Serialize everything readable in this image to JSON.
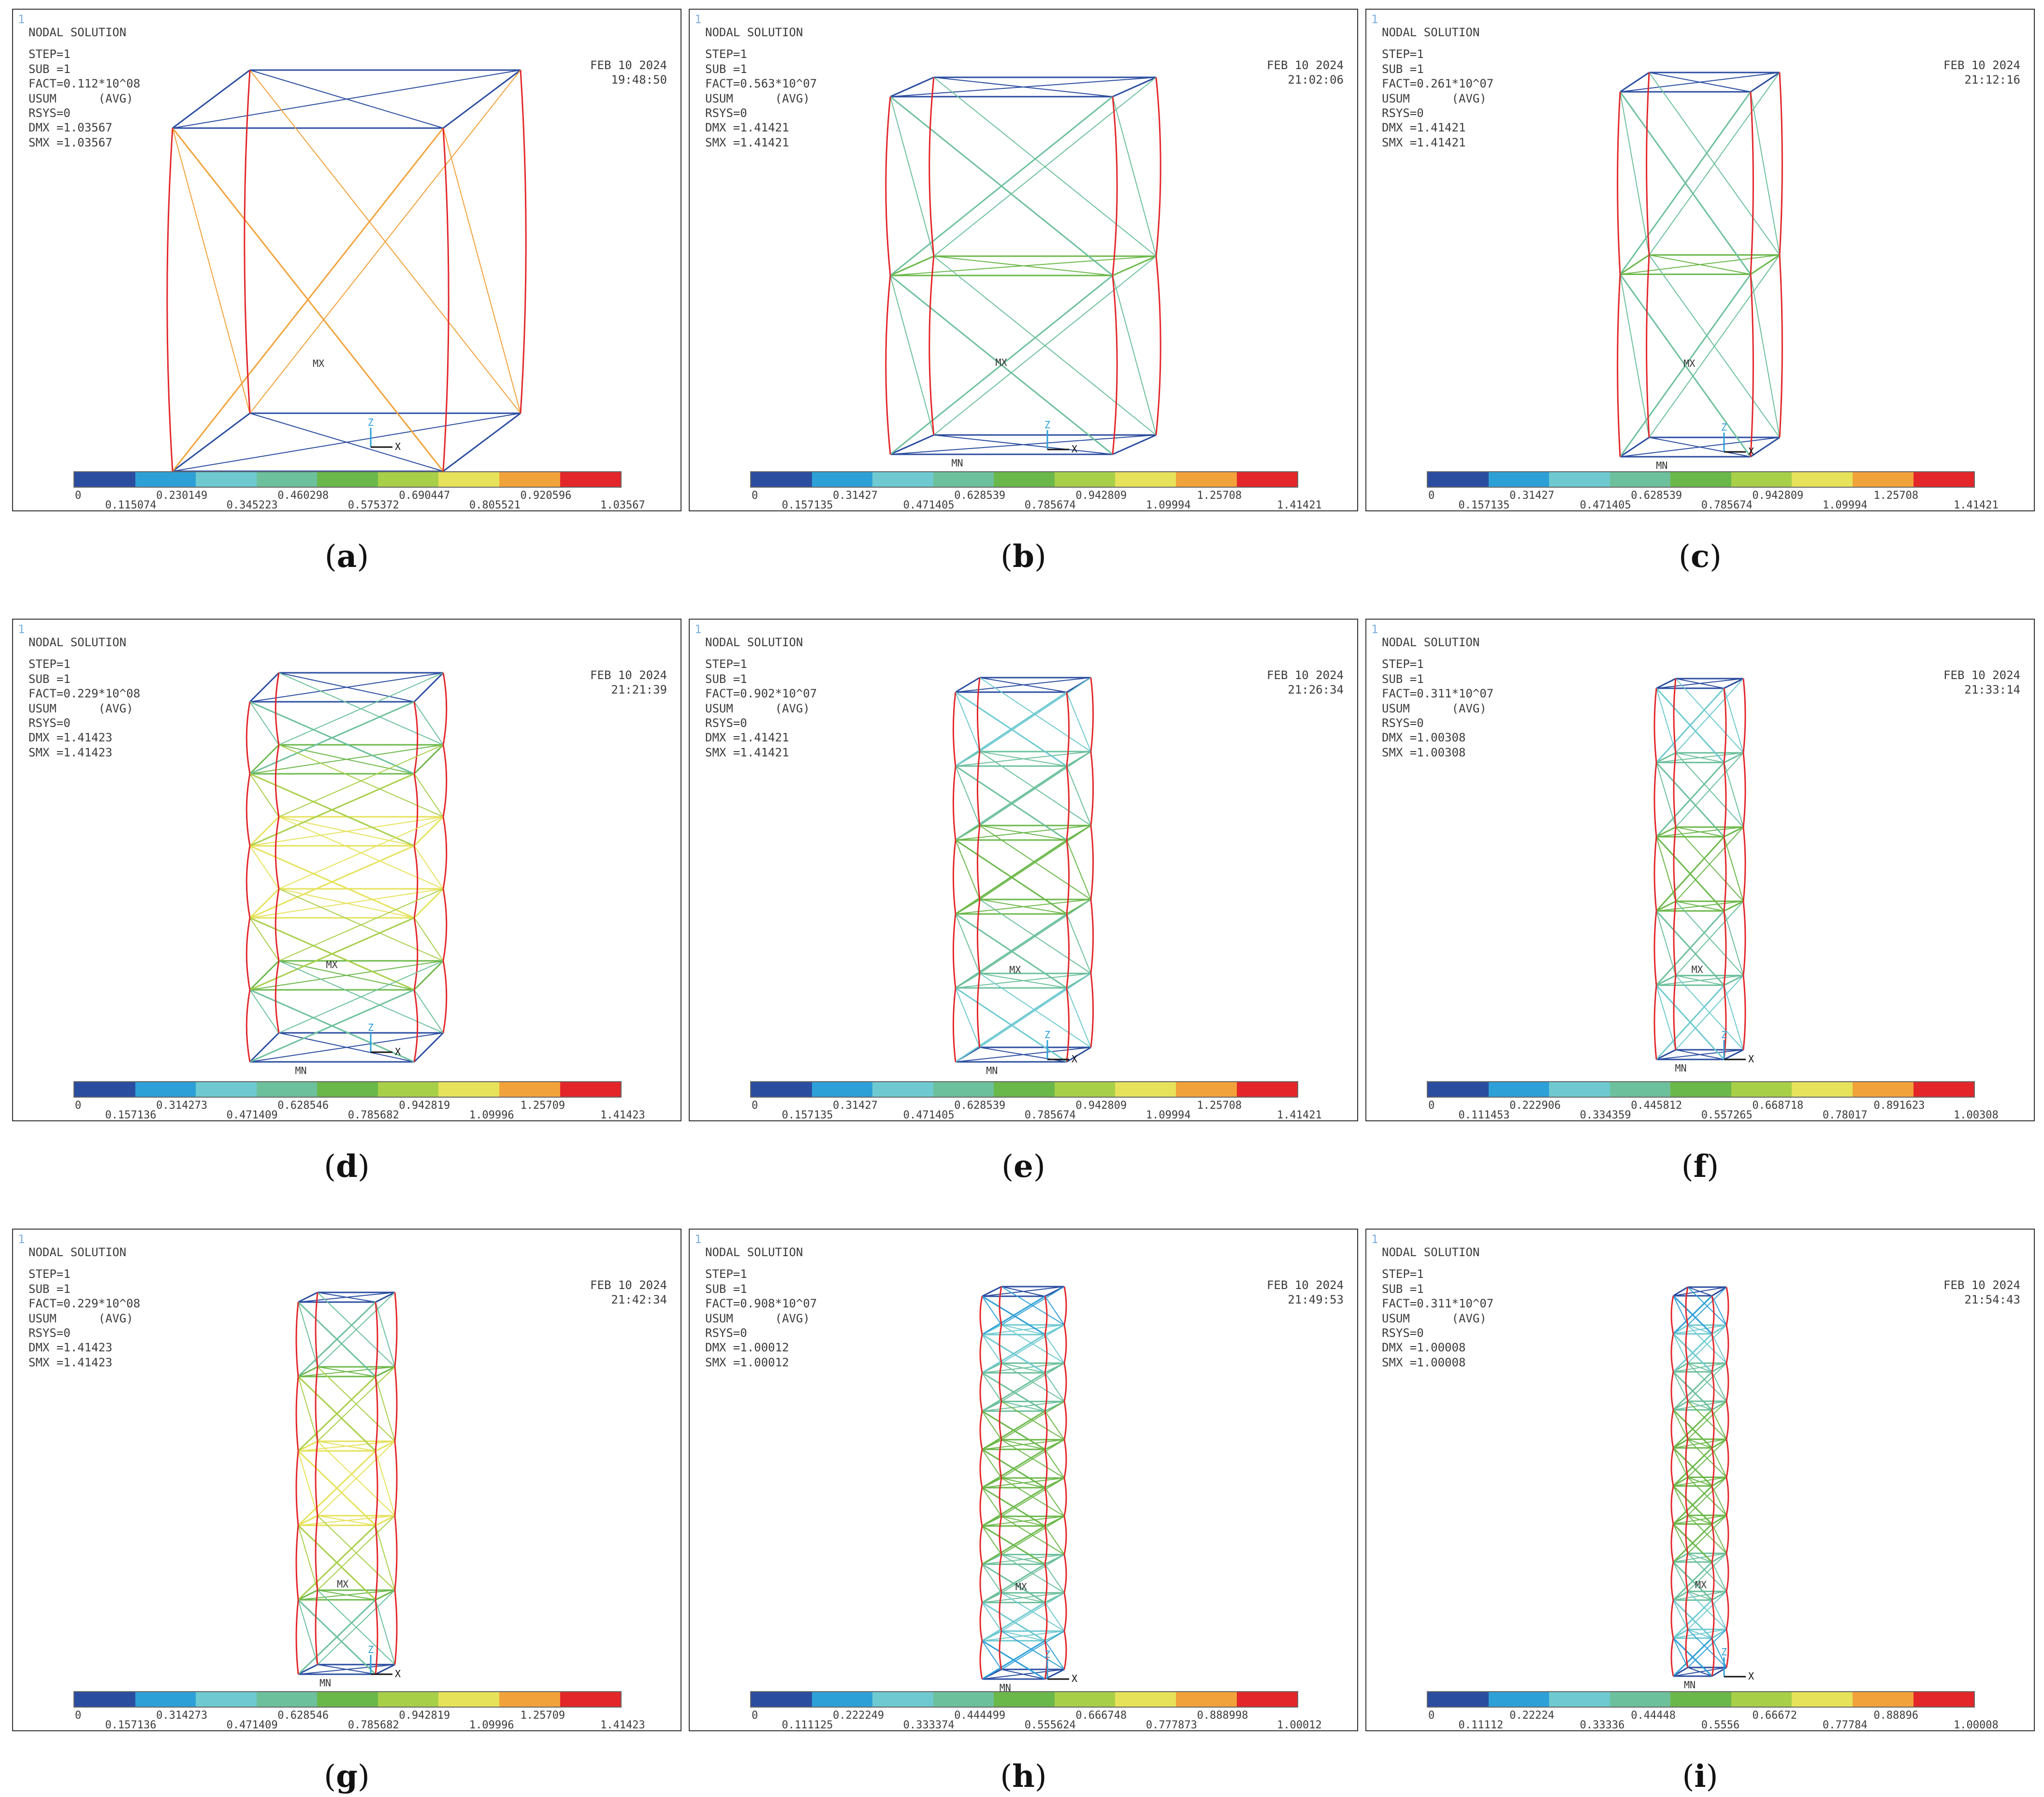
{
  "colors": [
    "#2b4da0",
    "#2ea0d8",
    "#6ecad0",
    "#6cc09c",
    "#6bb84a",
    "#a8cf48",
    "#e6e25a",
    "#f2a23a",
    "#e3262a"
  ],
  "axis_labels": {
    "z": "Z",
    "x": "X"
  },
  "marker_labels": {
    "max": "MX",
    "min": "MN"
  },
  "panels": [
    {
      "id": "a",
      "caption": "a",
      "title": "NODAL SOLUTION",
      "step": "STEP=1",
      "sub": "SUB =1",
      "fact": "FACT=0.112*10^08",
      "usum": "USUM      (AVG)",
      "rsys": "RSYS=0",
      "dmx": "DMX =1.03567",
      "smx": "SMX =1.03567",
      "date": "FEB 10 2024",
      "time": "19:48:50",
      "top_ticks": [
        "0.230149",
        "0.460298",
        "0.690447",
        "0.920596"
      ],
      "bottom_ticks": [
        "0.115074",
        "0.345223",
        "0.575372",
        "0.805521",
        "1.03567"
      ],
      "zero": "0",
      "bays": 1
    },
    {
      "id": "b",
      "caption": "b",
      "title": "NODAL SOLUTION",
      "step": "STEP=1",
      "sub": "SUB =1",
      "fact": "FACT=0.563*10^07",
      "usum": "USUM      (AVG)",
      "rsys": "RSYS=0",
      "dmx": "DMX =1.41421",
      "smx": "SMX =1.41421",
      "date": "FEB 10 2024",
      "time": "21:02:06",
      "top_ticks": [
        "0.31427",
        "0.628539",
        "0.942809",
        "1.25708"
      ],
      "bottom_ticks": [
        "0.157135",
        "0.471405",
        "0.785674",
        "1.09994",
        "1.41421"
      ],
      "zero": "0",
      "bays": 2
    },
    {
      "id": "c",
      "caption": "c",
      "title": "NODAL SOLUTION",
      "step": "STEP=1",
      "sub": "SUB =1",
      "fact": "FACT=0.261*10^07",
      "usum": "USUM      (AVG)",
      "rsys": "RSYS=0",
      "dmx": "DMX =1.41421",
      "smx": "SMX =1.41421",
      "date": "FEB 10 2024",
      "time": "21:12:16",
      "top_ticks": [
        "0.31427",
        "0.628539",
        "0.942809",
        "1.25708"
      ],
      "bottom_ticks": [
        "0.157135",
        "0.471405",
        "0.785674",
        "1.09994",
        "1.41421"
      ],
      "zero": "0",
      "bays": 2
    },
    {
      "id": "d",
      "caption": "d",
      "title": "NODAL SOLUTION",
      "step": "STEP=1",
      "sub": "SUB =1",
      "fact": "FACT=0.229*10^08",
      "usum": "USUM      (AVG)",
      "rsys": "RSYS=0",
      "dmx": "DMX =1.41423",
      "smx": "SMX =1.41423",
      "date": "FEB 10 2024",
      "time": "21:21:39",
      "top_ticks": [
        "0.314273",
        "0.628546",
        "0.942819",
        "1.25709"
      ],
      "bottom_ticks": [
        "0.157136",
        "0.471409",
        "0.785682",
        "1.09996",
        "1.41423"
      ],
      "zero": "0",
      "bays": 5
    },
    {
      "id": "e",
      "caption": "e",
      "title": "NODAL SOLUTION",
      "step": "STEP=1",
      "sub": "SUB =1",
      "fact": "FACT=0.902*10^07",
      "usum": "USUM      (AVG)",
      "rsys": "RSYS=0",
      "dmx": "DMX =1.41421",
      "smx": "SMX =1.41421",
      "date": "FEB 10 2024",
      "time": "21:26:34",
      "top_ticks": [
        "0.31427",
        "0.628539",
        "0.942809",
        "1.25708"
      ],
      "bottom_ticks": [
        "0.157135",
        "0.471405",
        "0.785674",
        "1.09994",
        "1.41421"
      ],
      "zero": "0",
      "bays": 5
    },
    {
      "id": "f",
      "caption": "f",
      "title": "NODAL SOLUTION",
      "step": "STEP=1",
      "sub": "SUB =1",
      "fact": "FACT=0.311*10^07",
      "usum": "USUM      (AVG)",
      "rsys": "RSYS=0",
      "dmx": "DMX =1.00308",
      "smx": "SMX =1.00308",
      "date": "FEB 10 2024",
      "time": "21:33:14",
      "top_ticks": [
        "0.222906",
        "0.445812",
        "0.668718",
        "0.891623"
      ],
      "bottom_ticks": [
        "0.111453",
        "0.334359",
        "0.557265",
        "0.78017",
        "1.00308"
      ],
      "zero": "0",
      "bays": 5
    },
    {
      "id": "g",
      "caption": "g",
      "title": "NODAL SOLUTION",
      "step": "STEP=1",
      "sub": "SUB =1",
      "fact": "FACT=0.229*10^08",
      "usum": "USUM      (AVG)",
      "rsys": "RSYS=0",
      "dmx": "DMX =1.41423",
      "smx": "SMX =1.41423",
      "date": "FEB 10 2024",
      "time": "21:42:34",
      "top_ticks": [
        "0.314273",
        "0.628546",
        "0.942819",
        "1.25709"
      ],
      "bottom_ticks": [
        "0.157136",
        "0.471409",
        "0.785682",
        "1.09996",
        "1.41423"
      ],
      "zero": "0",
      "bays": 5
    },
    {
      "id": "h",
      "caption": "h",
      "title": "NODAL SOLUTION",
      "step": "STEP=1",
      "sub": "SUB =1",
      "fact": "FACT=0.908*10^07",
      "usum": "USUM      (AVG)",
      "rsys": "RSYS=0",
      "dmx": "DMX =1.00012",
      "smx": "SMX =1.00012",
      "date": "FEB 10 2024",
      "time": "21:49:53",
      "top_ticks": [
        "0.222249",
        "0.444499",
        "0.666748",
        "0.888998"
      ],
      "bottom_ticks": [
        "0.111125",
        "0.333374",
        "0.555624",
        "0.777873",
        "1.00012"
      ],
      "zero": "0",
      "bays": 10
    },
    {
      "id": "i",
      "caption": "i",
      "title": "NODAL SOLUTION",
      "step": "STEP=1",
      "sub": "SUB =1",
      "fact": "FACT=0.311*10^07",
      "usum": "USUM      (AVG)",
      "rsys": "RSYS=0",
      "dmx": "DMX =1.00008",
      "smx": "SMX =1.00008",
      "date": "FEB 10 2024",
      "time": "21:54:43",
      "top_ticks": [
        "0.22224",
        "0.44448",
        "0.66672",
        "0.88896"
      ],
      "bottom_ticks": [
        "0.11112",
        "0.33336",
        "0.5556",
        "0.77784",
        "1.00008"
      ],
      "zero": "0",
      "bays": 10
    }
  ]
}
